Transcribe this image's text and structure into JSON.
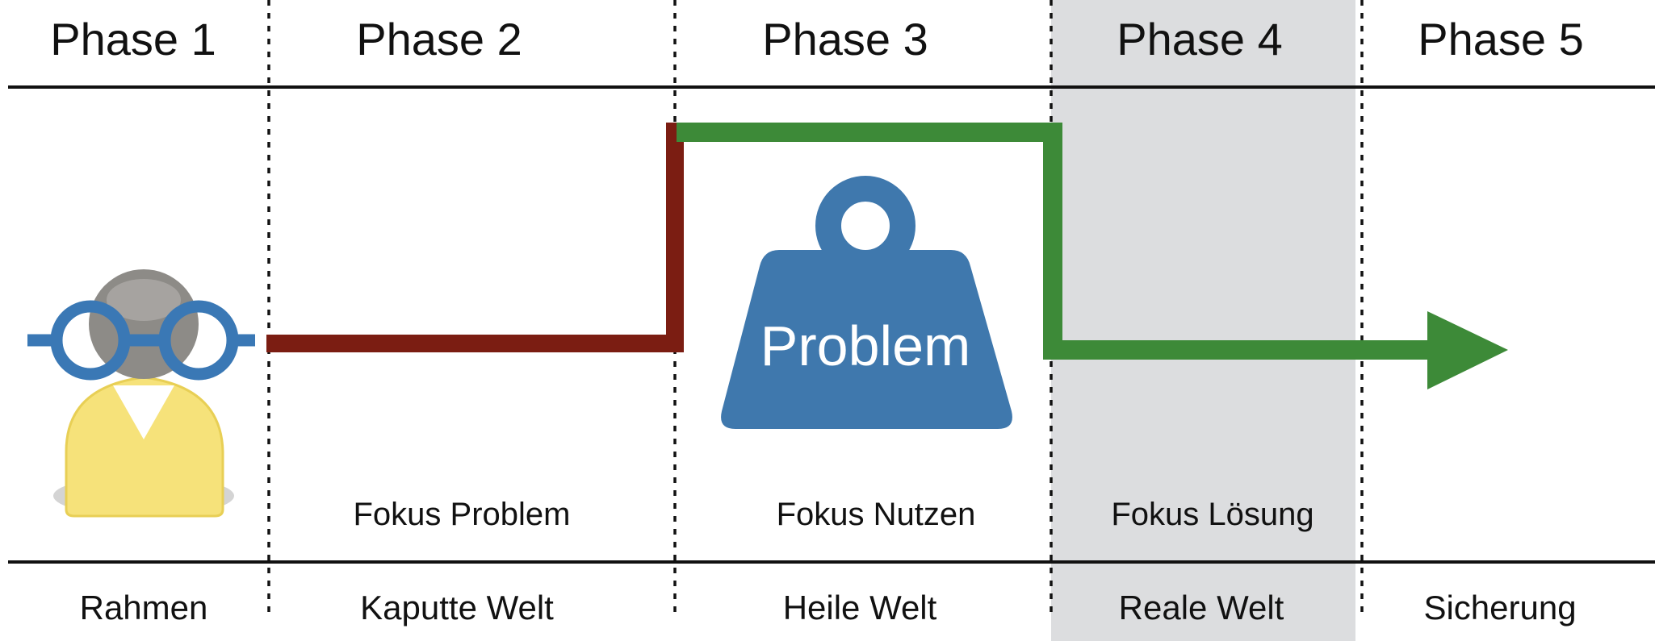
{
  "phases": [
    {
      "header": "Phase 1",
      "focus": "",
      "bottom": "Rahmen"
    },
    {
      "header": "Phase 2",
      "focus": "Fokus Problem",
      "bottom": "Kaputte Welt"
    },
    {
      "header": "Phase 3",
      "focus": "Fokus Nutzen",
      "bottom": "Heile Welt"
    },
    {
      "header": "Phase 4",
      "focus": "Fokus Lösung",
      "bottom": "Reale Welt"
    },
    {
      "header": "Phase 5",
      "focus": "",
      "bottom": "Sicherung"
    }
  ],
  "weight": {
    "label": "Problem"
  },
  "icons": {
    "person": "person-with-glasses-icon",
    "weight": "weight-icon",
    "arrow": "arrow-right-icon"
  },
  "colors": {
    "problem_line": "#7b1d12",
    "solution_line": "#3d8a38",
    "weight": "#3f78ad",
    "highlight": "#dcdddf",
    "glasses": "#3a78b5",
    "person_body": "#f6e27a"
  }
}
